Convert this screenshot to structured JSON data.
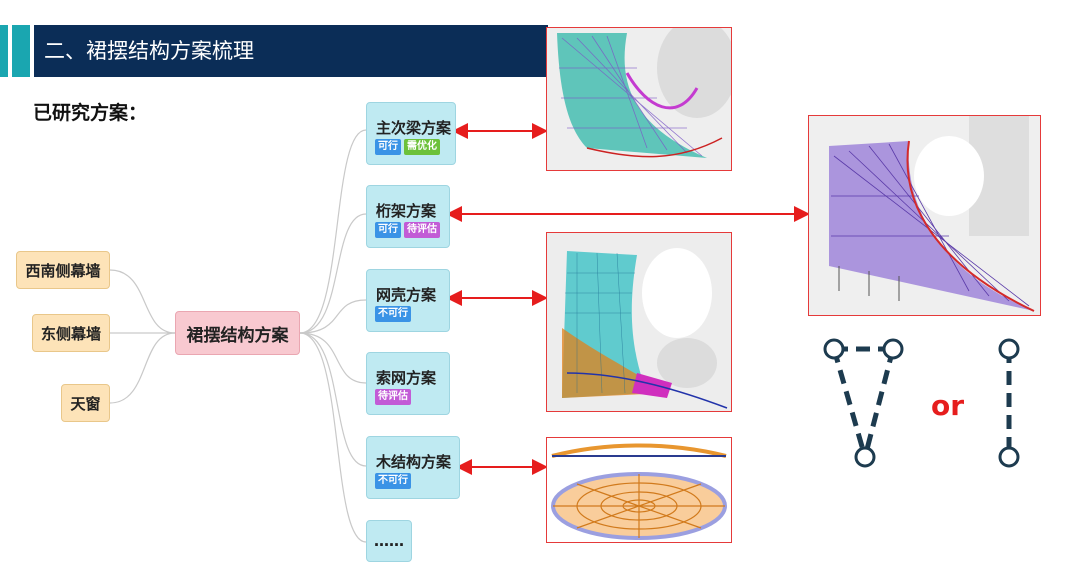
{
  "header": {
    "title": "二、裙摆结构方案梳理"
  },
  "subtitle": "已研究方案：",
  "root": {
    "label": "裙摆结构方案"
  },
  "left_nodes": [
    {
      "label": "西南侧幕墙"
    },
    {
      "label": "东侧幕墙"
    },
    {
      "label": "天窗"
    }
  ],
  "schemes": [
    {
      "label": "主次梁方案",
      "tags": [
        {
          "text": "可行",
          "color": "blue"
        },
        {
          "text": "需优化",
          "color": "green"
        }
      ]
    },
    {
      "label": "桁架方案",
      "tags": [
        {
          "text": "可行",
          "color": "blue"
        },
        {
          "text": "待评估",
          "color": "purple"
        }
      ]
    },
    {
      "label": "网壳方案",
      "tags": [
        {
          "text": "不可行",
          "color": "blue"
        }
      ]
    },
    {
      "label": "索网方案",
      "tags": [
        {
          "text": "待评估",
          "color": "purple"
        }
      ]
    },
    {
      "label": "木结构方案",
      "tags": [
        {
          "text": "不可行",
          "color": "blue"
        }
      ]
    },
    {
      "label": "……",
      "tags": []
    }
  ],
  "or_label": "or",
  "colors": {
    "title_band": "#0b2d57",
    "accent": "#1aa6b0",
    "arrow": "#e61d1d",
    "frame": "#e53a3a"
  }
}
